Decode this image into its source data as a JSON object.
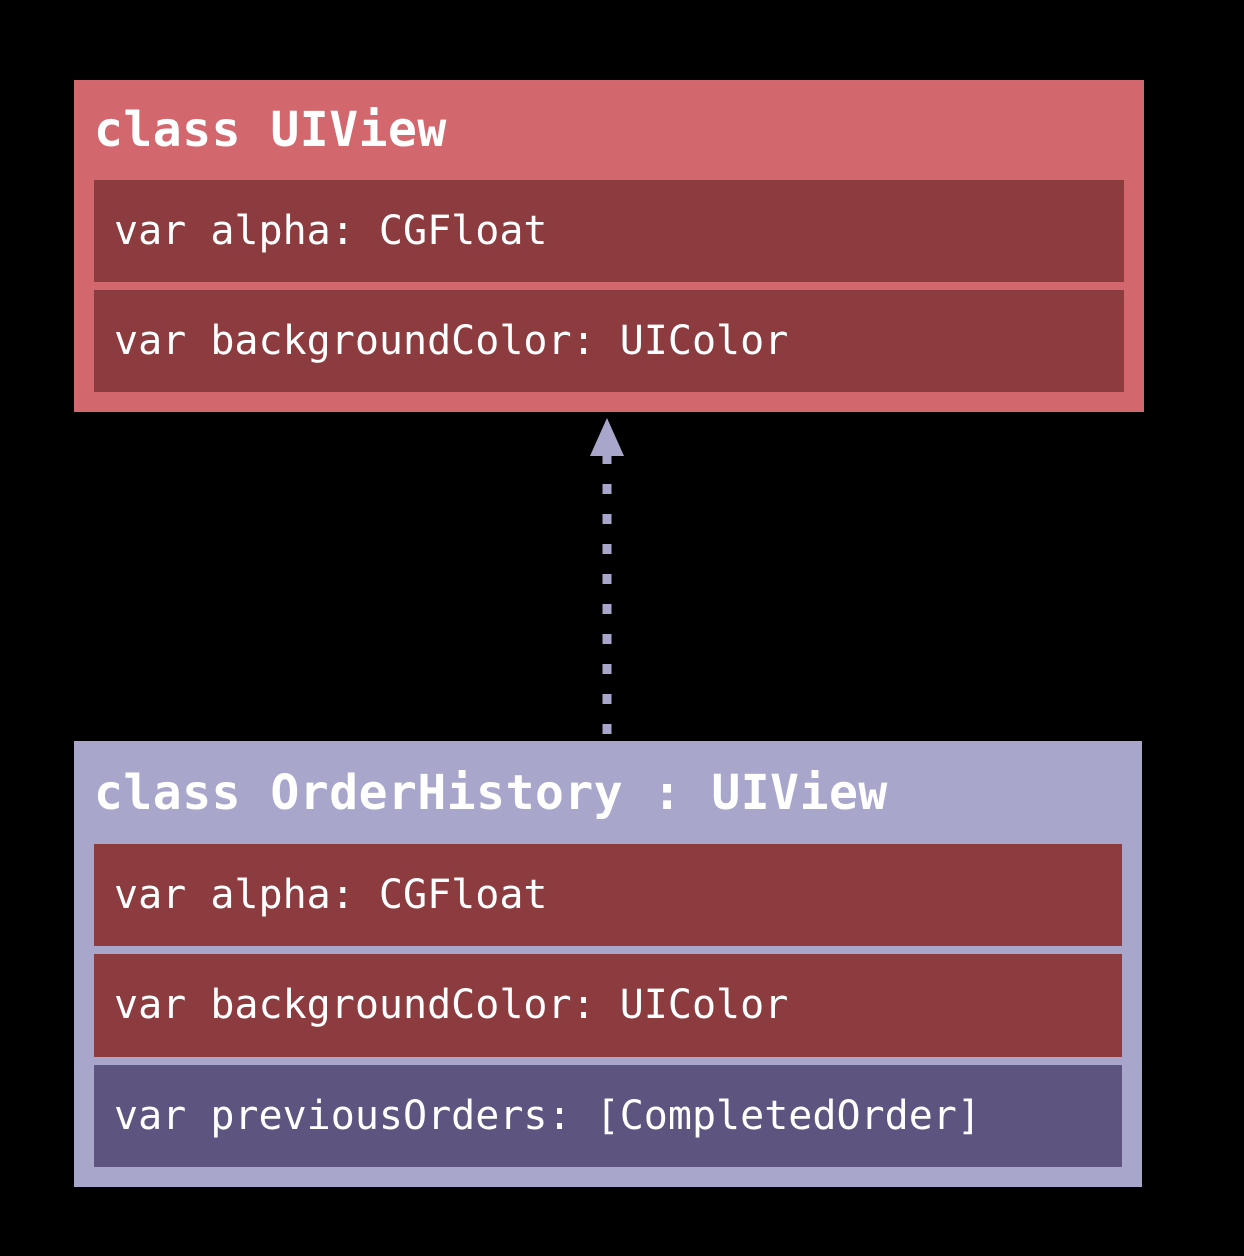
{
  "diagram": {
    "type": "uml-class-inheritance",
    "background_color": "#000000",
    "title_text_color": "#ffffff",
    "member_text_color": "#ffffff"
  },
  "superclass": {
    "name": "UIView",
    "title": "class UIView",
    "frame_color": "#d2686e",
    "member_row_color": "#8c3b3f",
    "members": [
      {
        "text": "var alpha: CGFloat",
        "origin": "declared"
      },
      {
        "text": "var backgroundColor: UIColor",
        "origin": "declared"
      }
    ]
  },
  "subclass": {
    "name": "OrderHistory",
    "title": "class OrderHistory : UIView",
    "frame_color": "#a9a6cc",
    "inherited_row_color": "#8c3b3f",
    "own_row_color": "#5e5480",
    "members": [
      {
        "text": "var alpha: CGFloat",
        "origin": "inherited"
      },
      {
        "text": "var backgroundColor: UIColor",
        "origin": "inherited"
      },
      {
        "text": "var previousOrders: [CompletedOrder]",
        "origin": "declared"
      }
    ]
  },
  "connector": {
    "kind": "inheritance-arrow",
    "line_style": "dashed",
    "arrowhead": "filled-triangle",
    "direction": "subclass-to-superclass",
    "color": "#a9a6cc",
    "from": "OrderHistory",
    "to": "UIView"
  }
}
